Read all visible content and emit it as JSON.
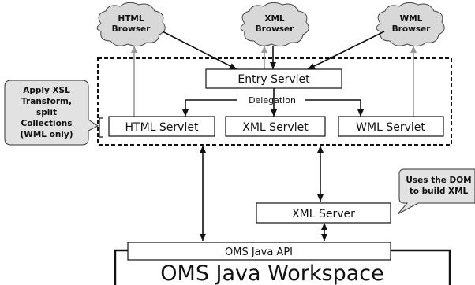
{
  "browsers": [
    {
      "line1": "HTML",
      "line2": "Browser"
    },
    {
      "line1": "XML",
      "line2": "Browser"
    },
    {
      "line1": "WML",
      "line2": "Browser"
    }
  ],
  "entry_servlet": "Entry Servlet",
  "delegation": "Delegation",
  "servlets": [
    "HTML Servlet",
    "XML Servlet",
    "WML Servlet"
  ],
  "xml_server": "XML Server",
  "oms_api": "OMS Java API",
  "oms_workspace": "OMS Java Workspace",
  "callout_xsl": [
    "Apply XSL",
    "Transform,",
    "split",
    "Collections",
    "(WML only)"
  ],
  "callout_dom": [
    "Uses the DOM",
    "to build XML"
  ],
  "colors": {
    "line": "#111111",
    "gray_arrow": "#999999",
    "cloud_fill": "#d8d8d8",
    "callout_fill": "#e2e2e2"
  }
}
